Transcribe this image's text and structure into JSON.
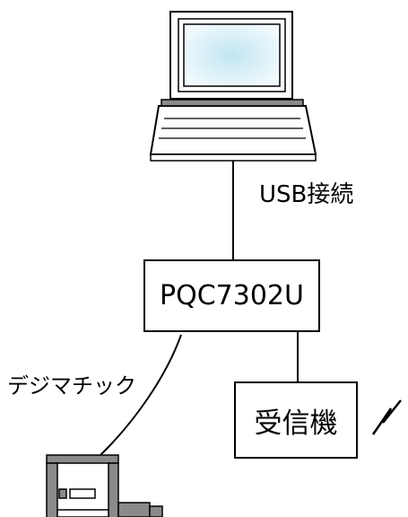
{
  "diagram": {
    "nodes": {
      "laptop": {
        "icon": "laptop-icon"
      },
      "interface": {
        "label": "PQC7302U"
      },
      "receiver": {
        "label": "受信機"
      },
      "gauge": {
        "icon": "digimatic-gauge-icon"
      }
    },
    "connections": {
      "usb": {
        "label": "USB接続"
      },
      "digimatic": {
        "label": "デジマチック"
      },
      "wireless": {
        "icon": "wireless-signal-icon"
      }
    },
    "colors": {
      "line": "#000000",
      "screen_glow": "#bfe6f2",
      "screen_edge": "#f3fafd",
      "device_gray": "#8a8a8a"
    }
  }
}
